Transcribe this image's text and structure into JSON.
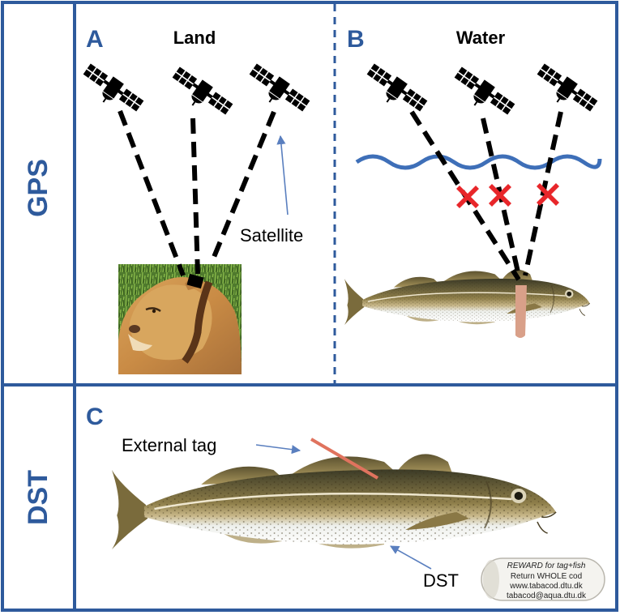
{
  "colors": {
    "frame": "#2e5a9c",
    "water": "#3e6fb8",
    "cross": "#e8262a",
    "arrow": "#5a7fbf",
    "signal": "#000000",
    "tag_band": "#d9a089",
    "external_tag": "#e0735e"
  },
  "rows": {
    "gps_label": "GPS",
    "dst_label": "DST"
  },
  "panel_a": {
    "letter": "A",
    "title": "Land",
    "satellite_label": "Satellite"
  },
  "panel_b": {
    "letter": "B",
    "title": "Water"
  },
  "panel_c": {
    "letter": "C",
    "external_tag_label": "External tag",
    "dst_label": "DST",
    "tag_lines": [
      "REWARD for tag+fish",
      "Return WHOLE cod",
      "www.tabacod.dtu.dk",
      "tabacod@aqua.dtu.dk"
    ]
  },
  "icons": [
    "satellite-icon",
    "lion-photo",
    "cod-fish-illustration",
    "cross-icon",
    "arrow-icon"
  ]
}
